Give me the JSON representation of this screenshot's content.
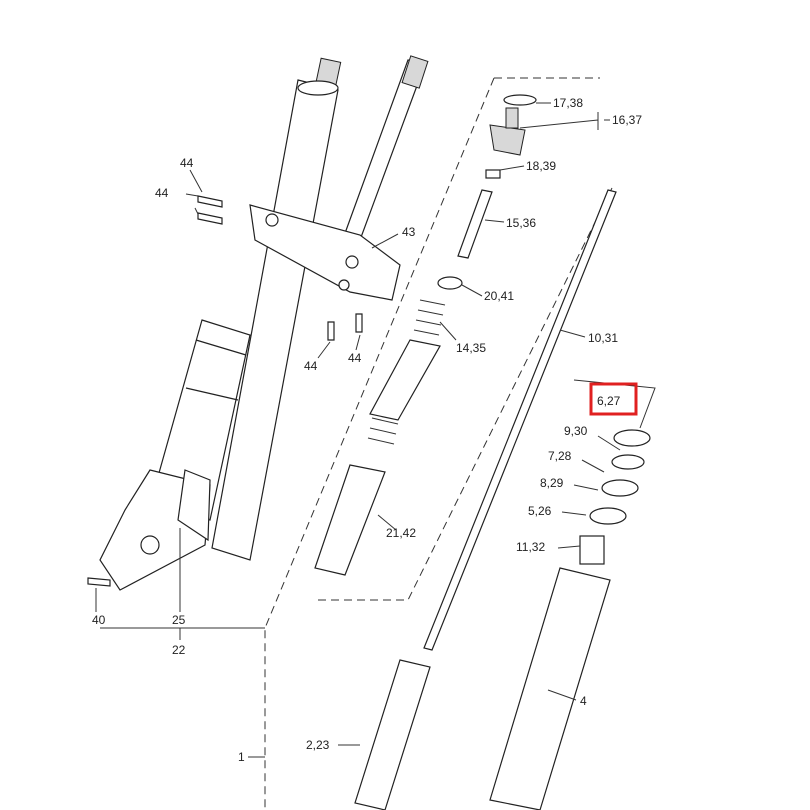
{
  "highlight_color": "#e02020",
  "labels": {
    "l_17_38": "17,38",
    "l_16_37": "16,37",
    "l_18_39": "18,39",
    "l_15_36": "15,36",
    "l_20_41": "20,41",
    "l_14_35": "14,35",
    "l_10_31": "10,31",
    "l_6_27": "6,27",
    "l_9_30": "9,30",
    "l_7_28": "7,28",
    "l_8_29": "8,29",
    "l_5_26": "5,26",
    "l_11_32": "11,32",
    "l_21_42": "21,42",
    "l_4": "4",
    "l_2_23": "2,23",
    "l_1": "1",
    "l_43": "43",
    "l_44a": "44",
    "l_44b": "44",
    "l_44c": "44",
    "l_44d": "44",
    "l_40": "40",
    "l_25": "25",
    "l_22": "22"
  }
}
